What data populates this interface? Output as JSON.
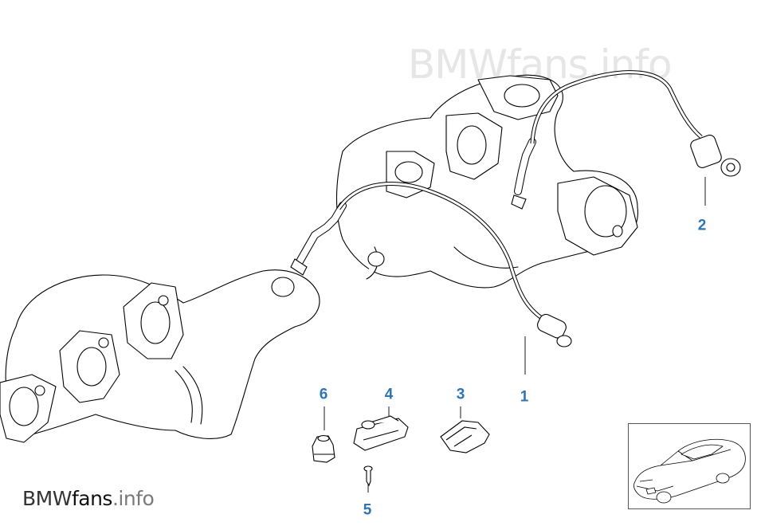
{
  "watermark": {
    "text": "BMWfans.info"
  },
  "logo": {
    "part1": "BMW",
    "part2": "fans",
    "part3": ".info"
  },
  "accent_color": "#2f74b5",
  "callouts": [
    {
      "id": "1",
      "label": "1"
    },
    {
      "id": "2",
      "label": "2"
    },
    {
      "id": "3",
      "label": "3"
    },
    {
      "id": "4",
      "label": "4"
    },
    {
      "id": "5",
      "label": "5"
    },
    {
      "id": "6",
      "label": "6"
    }
  ],
  "thumbnail": {
    "icon": "car-side-view-icon"
  }
}
